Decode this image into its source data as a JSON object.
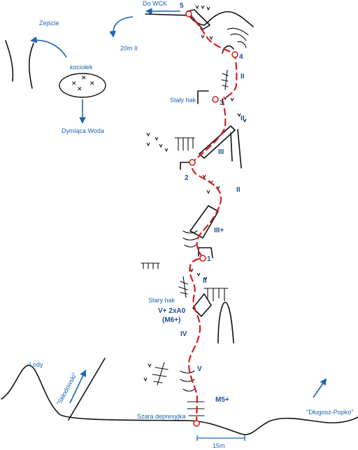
{
  "labels": {
    "do_wck": "Do WCK",
    "twenty_m": "20m II",
    "zejscie": "Zejście",
    "kociolek": "kociołek",
    "dymiaca_woda": "Dymiąca Woda",
    "staly_hak": "Stały hak",
    "stary_hak": "Stary hak",
    "lody": "Lody",
    "sklodowski": "\"Skłodowski\"",
    "dlugosz_popko": "\"Długosz-Popko\"",
    "szara_depresyjka": "Szara depresyjka",
    "scale": "15m"
  },
  "grades": {
    "ii_top": "II",
    "ii_3": "II",
    "iii": "III",
    "ii_2": "II",
    "iii_plus": "III+",
    "ii_1": "II",
    "v_plus": "V+ 2xA0",
    "m6_plus": "(M6+)",
    "iv": "IV",
    "v": "V",
    "m5_plus": "M5+"
  },
  "belays": [
    "1",
    "2",
    "3",
    "4",
    "5"
  ],
  "colors": {
    "route": "#d41f1f",
    "labels": "#1a66b3",
    "rock": "#111111"
  }
}
